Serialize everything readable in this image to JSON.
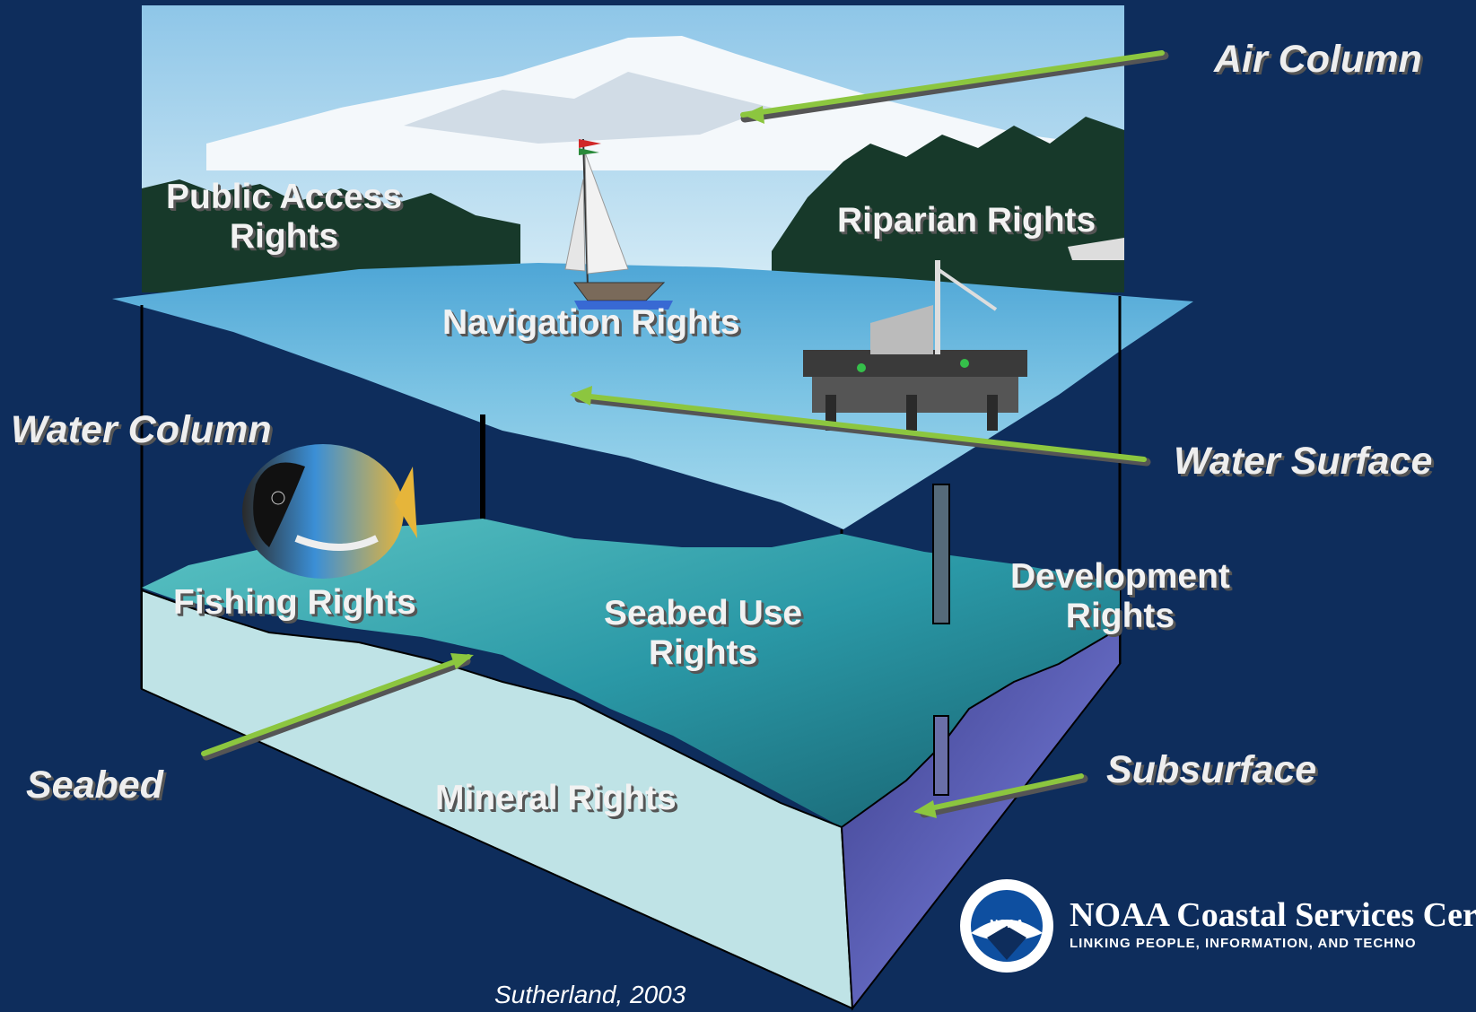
{
  "labels": {
    "public_access": [
      "Public Access",
      "Rights"
    ],
    "riparian": "Riparian Rights",
    "navigation": "Navigation Rights",
    "fishing": "Fishing  Rights",
    "seabed_use": [
      "Seabed Use",
      "Rights"
    ],
    "development": [
      "Development",
      "Rights"
    ],
    "mineral": "Mineral Rights"
  },
  "categories": {
    "air_column": "Air Column",
    "water_surface": "Water Surface",
    "water_column": "Water Column",
    "seabed": "Seabed",
    "subsurface": "Subsurface"
  },
  "credit": "Sutherland, 2003",
  "logo": {
    "emblem_text": "NOAA",
    "title": "NOAA Coastal Services Cer",
    "tagline": "LINKING PEOPLE, INFORMATION, AND TECHNO"
  },
  "colors": {
    "background": "#0e2d5c",
    "arrow": "#8cc63f",
    "water_surface": "#7cc4e0",
    "seabed_water": "#2fa0a8",
    "subsurface_side": "#5f64c8",
    "mineral_face": "#bfe3e6"
  }
}
